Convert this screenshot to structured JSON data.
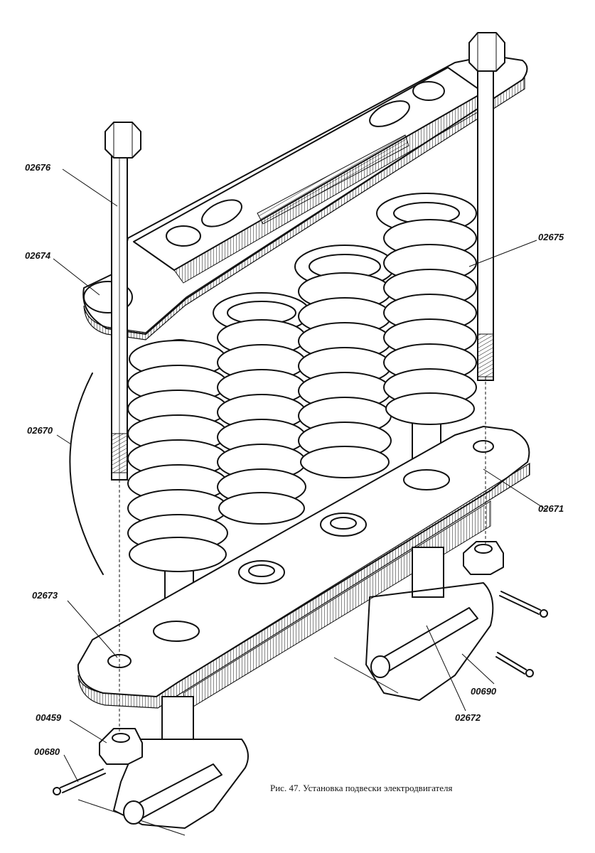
{
  "labels": {
    "l02676": "02676",
    "l02674": "02674",
    "l02675": "02675",
    "l02670": "02670",
    "l02671": "02671",
    "l02673": "02673",
    "l00459": "00459",
    "l00680": "00680",
    "l00690": "00690",
    "l02672": "02672"
  },
  "caption": "Рис. 47. Установка подвески электродвигателя"
}
